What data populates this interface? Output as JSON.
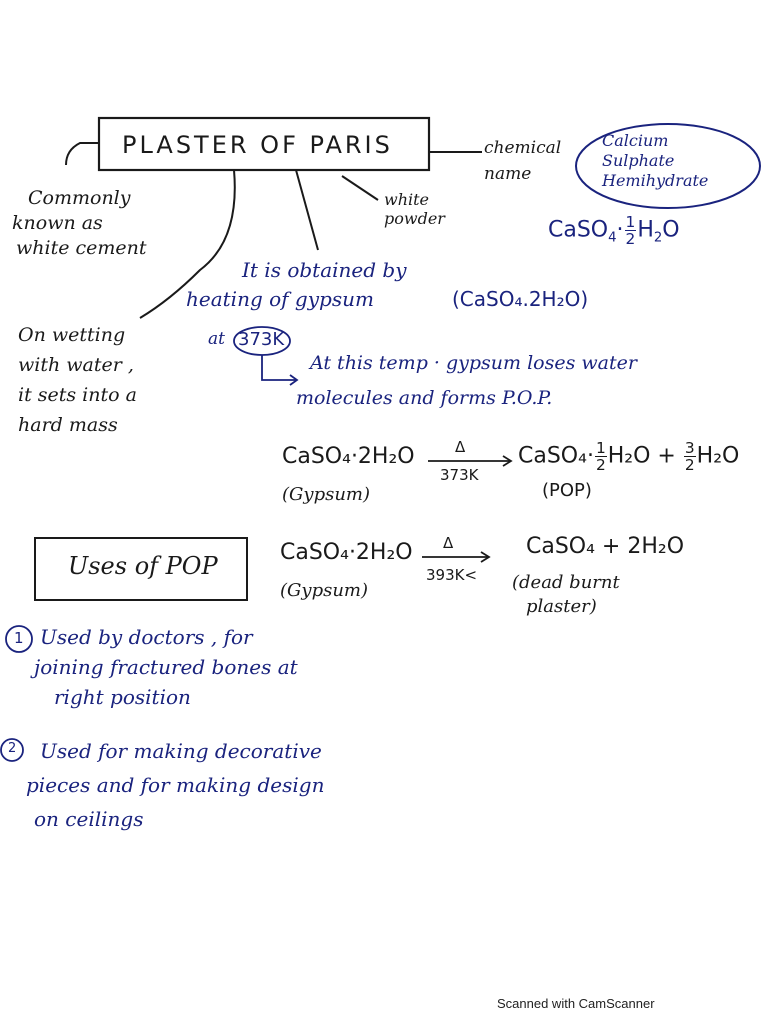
{
  "title": "PLASTER OF PARIS",
  "branches": {
    "common_name_label": [
      "Commonly",
      "known as",
      "white cement"
    ],
    "appearance": [
      "white",
      "powder"
    ],
    "chemical_name_label": [
      "chemical",
      "name"
    ],
    "chemical_name": [
      "Calcium",
      "Sulphate",
      "Hemihydrate"
    ],
    "formula": {
      "main": "CaSO",
      "sub4": "4",
      "dot": "·",
      "frac_num": "1",
      "frac_den": "2",
      "water": "H",
      "sub2": "2",
      "o": "O"
    },
    "setting": [
      "On wetting",
      "with water ,",
      "it sets into a",
      "hard mass"
    ]
  },
  "preparation": {
    "line1": "It is obtained by",
    "line2": "heating of gypsum",
    "gypsum_formula": "(CaSO₄.2H₂O)",
    "at_label": "at",
    "temperature": "373K",
    "note_line1": "At this temp · gypsum loses water",
    "note_line2": "molecules and forms P.O.P."
  },
  "reactions": [
    {
      "reactant": "CaSO₄·2H₂O",
      "reactant_name": "(Gypsum)",
      "condition_top": "Δ",
      "condition_bottom": "373K",
      "product1": "CaSO₄·",
      "product1_frac_num": "1",
      "product1_frac_den": "2",
      "product1_tail": "H₂O",
      "plus": "+",
      "product2_frac_num": "3",
      "product2_frac_den": "2",
      "product2_tail": "H₂O",
      "product_name": "(POP)"
    },
    {
      "reactant": "CaSO₄·2H₂O",
      "reactant_name": "(Gypsum)",
      "condition_top": "Δ",
      "condition_bottom": "393K<",
      "products": "CaSO₄ + 2H₂O",
      "product_name_line1": "(dead burnt",
      "product_name_line2": "plaster)"
    }
  ],
  "uses": {
    "heading": "Uses of POP",
    "items": [
      {
        "number": "1",
        "lines": [
          "Used by doctors , for",
          "joining  fractured  bones at",
          "right  position"
        ]
      },
      {
        "number": "2",
        "lines": [
          "Used for making decorative",
          "pieces and for making design",
          "on ceilings"
        ]
      }
    ]
  },
  "footer": "Scanned with CamScanner",
  "colors": {
    "black_ink": "#1a1a1a",
    "blue_ink": "#1a237e",
    "paper": "#ffffff"
  }
}
